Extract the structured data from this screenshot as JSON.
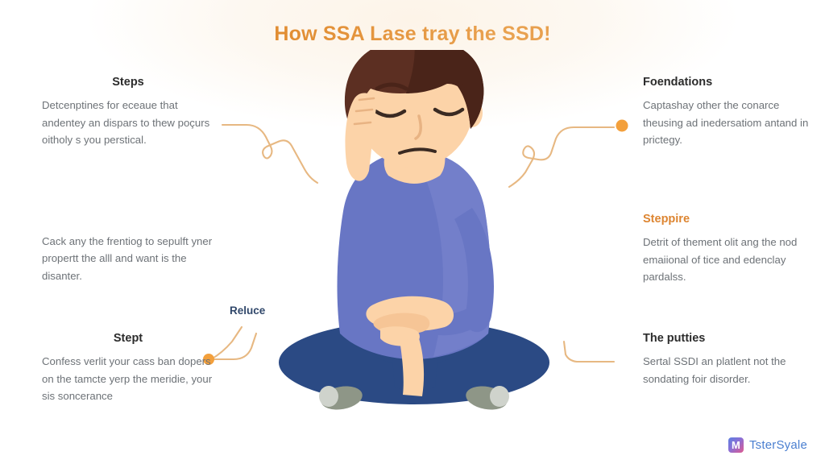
{
  "title": "How SSA Lase tray the SSD!",
  "theme": {
    "accent": "#e0902f",
    "heading": "#2c2c2c",
    "body_text": "#6d7277",
    "connector": "#e7b882",
    "connector_dot": "#f3a03c",
    "label_blue": "#31486b",
    "logo_blue": "#4a7fd0",
    "background": "#ffffff"
  },
  "blocks": {
    "top_left": {
      "heading": "Steps",
      "body": "Detcenptines for eceaue that andentey an dispars to thew poçurs oitholy s you perstical."
    },
    "middle_left": {
      "heading": "",
      "body": "Cack any the frentiog to sepulft yner propertt the alll and want is the disanter."
    },
    "bottom_left": {
      "heading": "Stept",
      "body": "Confess verlit your cass ban dopers on the tamcte yerp the meridie, your sis soncerance"
    },
    "top_right": {
      "heading": "Foendations",
      "body": "Captashay other the conarce theusing ad inedersatiom antand in prictegy."
    },
    "middle_right": {
      "heading": "Steppire",
      "body": "Detrit of thement olit ang the nod emaiional of tice and edenclay pardalss."
    },
    "bottom_right": {
      "heading": "The putties",
      "body": "Sertal SSDI an platlent not the sondating foir disorder."
    }
  },
  "inline_label": "Reluce",
  "illustration": {
    "name": "seated-distressed-person",
    "hair_color": "#5c2f22",
    "skin_color": "#fcd3a8",
    "shirt_color": "#6876c4",
    "pants_color": "#2b4a84",
    "sock_color": "#8e9687"
  },
  "logo": {
    "mark": "M",
    "text": "TsterSyale"
  }
}
